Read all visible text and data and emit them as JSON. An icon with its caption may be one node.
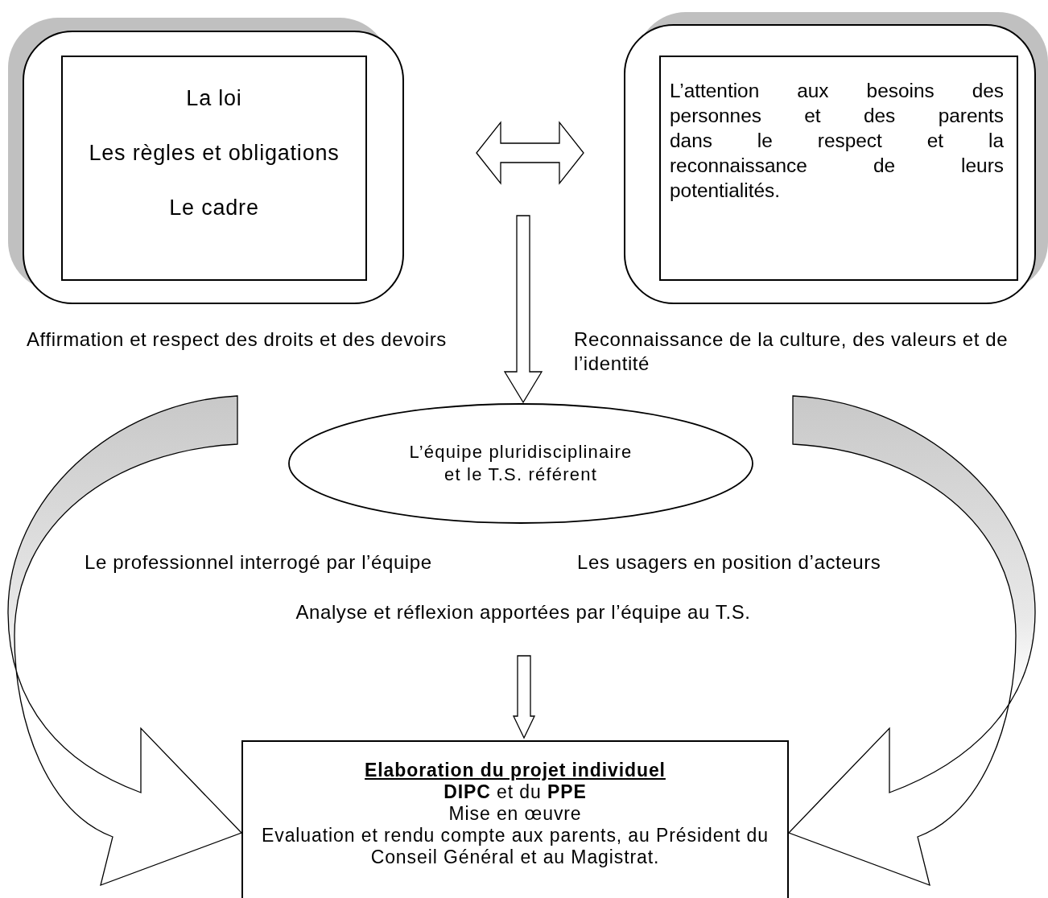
{
  "diagram": {
    "nodes": [
      {
        "text": [],
        "shape": "box"
      },
      {
        "text": [
          "La loi",
          "Les règles et obligations",
          "Le cadre"
        ],
        "in": 0
      },
      {
        "text": [],
        "shape": "box"
      },
      {
        "text": [
          "L’attention aux besoins des personnes et des parents dans le respect et la reconnaissance de leurs potentialités."
        ],
        "in": 2
      },
      {
        "text": [
          "L’équipe pluridisciplinaire et le T.S. référent"
        ]
      },
      {
        "text": [
          "Elaboration du projet individuel",
          "**DIPC** et du **PPE**",
          "Mise en œuvre",
          "Evaluation et rendu compte aux parents, au Président du Conseil Général et au Magistrat."
        ]
      }
    ],
    "edges": [
      {
        "from": 0,
        "to": 2,
        "arrow": "both"
      },
      {
        "from": null,
        "to": 4,
        "arrow": "to"
      },
      {
        "from": null,
        "to": 5,
        "arrow": "to"
      },
      {
        "from": null,
        "to": 5,
        "arrow": "to"
      },
      {
        "from": null,
        "to": 5,
        "arrow": "to"
      }
    ],
    "labels": [
      "Affirmation et respect des droits et des devoirs",
      "Reconnaissance de la culture, des valeurs et de l’identité",
      "Le professionnel interrogé par l’équipe",
      "Les usagers en position d’acteurs",
      "Analyse et réflexion apportées par l’équipe au T.S."
    ]
  }
}
